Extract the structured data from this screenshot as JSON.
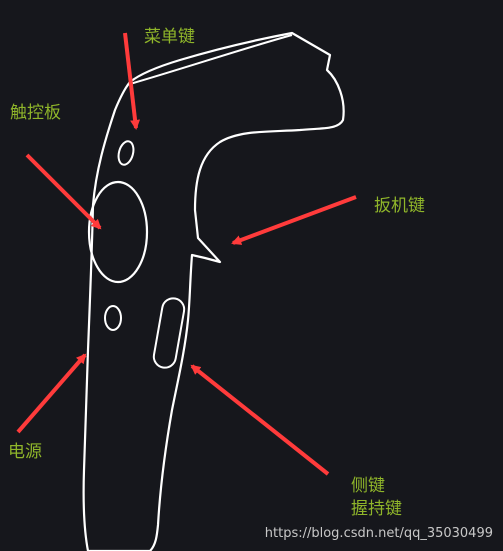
{
  "colors": {
    "background": "#16171c",
    "outline": "#ffffff",
    "arrow": "#ff3b3b",
    "label": "#8fb52a"
  },
  "labels": {
    "menu_button": "菜单键",
    "touchpad": "触控板",
    "trigger": "扳机键",
    "power": "电源",
    "side_button": "侧键",
    "grip_button": "握持键"
  },
  "watermark": "https://blog.csdn.net/qq_35030499"
}
